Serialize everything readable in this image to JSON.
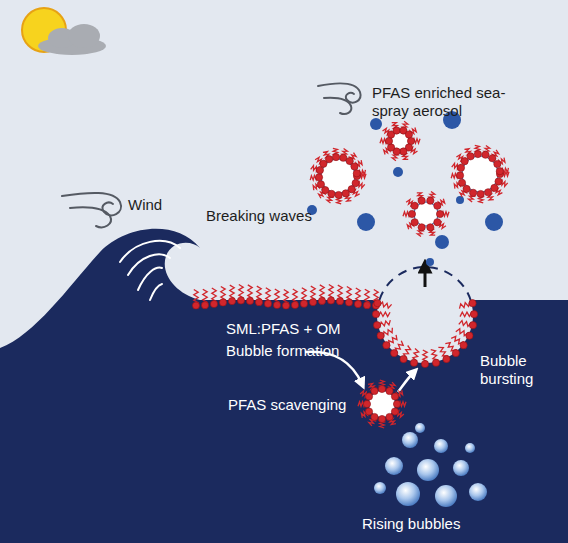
{
  "diagram": {
    "labels": [
      "PFAS enriched sea-spray aerosol",
      "Wind",
      "Breaking waves",
      "SML:PFAS + OM",
      "Bubble formation",
      "Bubble bursting",
      "PFAS scavenging",
      "Rising bubbles"
    ]
  }
}
